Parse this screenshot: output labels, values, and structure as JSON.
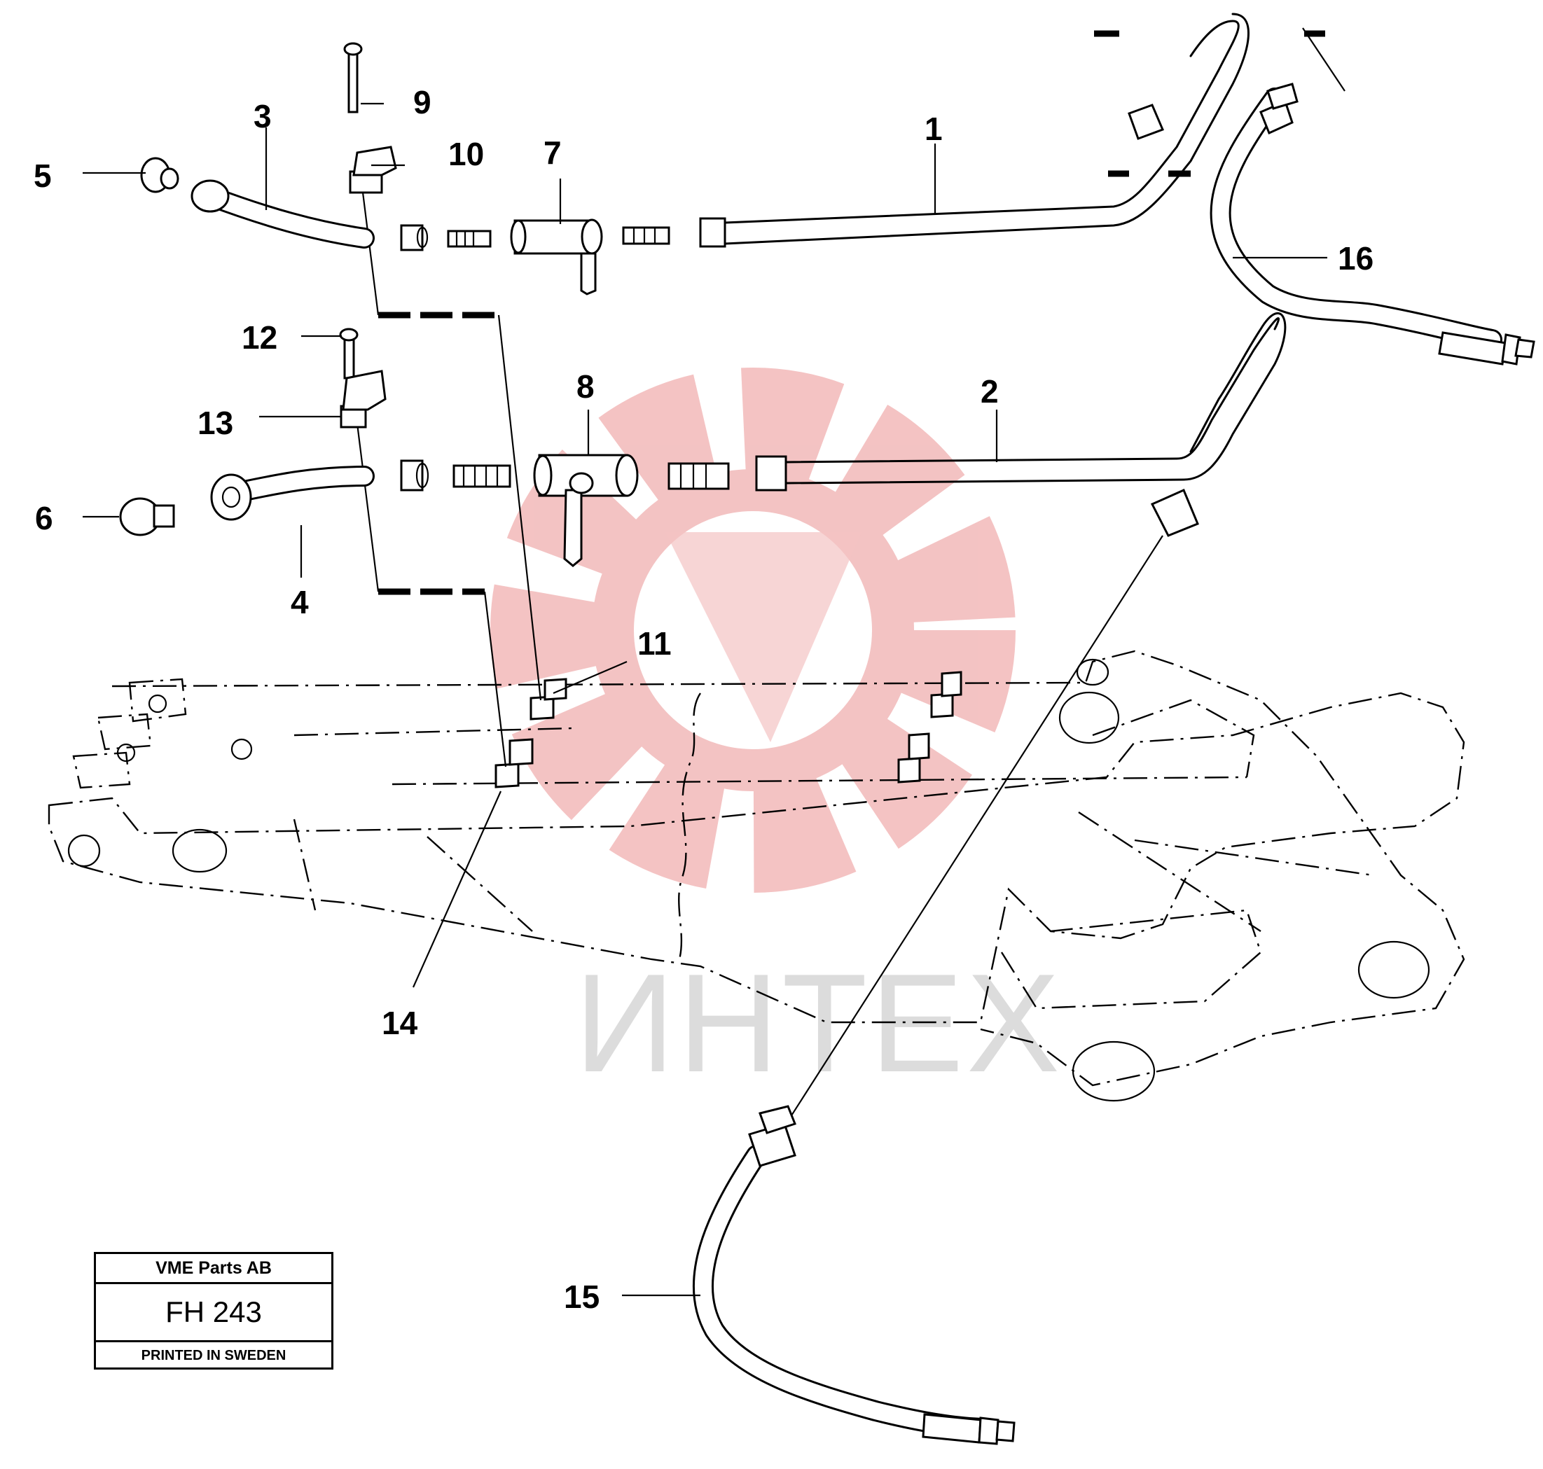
{
  "callouts": [
    "1",
    "2",
    "3",
    "4",
    "5",
    "6",
    "7",
    "8",
    "9",
    "10",
    "11",
    "12",
    "13",
    "14",
    "15",
    "16"
  ],
  "watermark": {
    "text": "ИНТЕХ",
    "logo_color": "#f3c0c0",
    "text_color": "#dcdcdc"
  },
  "title_block": {
    "company": "VME Parts AB",
    "code": "FH 243",
    "printed": "PRINTED IN SWEDEN"
  },
  "colors": {
    "line": "#000000",
    "background": "#ffffff"
  }
}
